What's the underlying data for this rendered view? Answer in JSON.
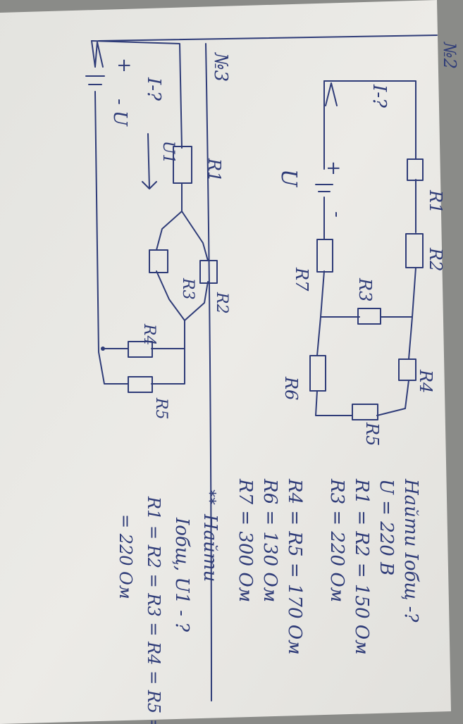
{
  "problem2": {
    "number": "№2",
    "current_label": "I-?",
    "plus": "+",
    "minus": "-",
    "voltage_label": "U",
    "resistors": {
      "r1": "R1",
      "r2": "R2",
      "r3": "R3",
      "r4": "R4",
      "r5": "R5",
      "r6": "R6",
      "r7": "R7"
    },
    "given": [
      "Найти Iобщ -?",
      "U = 220 В",
      "R1 = R2 = 150 Ом",
      "R3 = 220 Ом",
      "R4 = R5 = 170 Ом",
      "R6 = 130 Ом",
      "R7 = 300 Ом"
    ]
  },
  "problem3": {
    "number": "№3",
    "current_label": "I-?",
    "plus": "+",
    "minus": "- U",
    "u1_label": "U1",
    "resistors": {
      "r1": "R1",
      "r2": "R2",
      "r3": "R3",
      "r4": "R4",
      "r5": "R5"
    },
    "star": "**",
    "given": [
      "Найти",
      "Iобщ, U1 - ?",
      "R1 = R2 = R3 = R4 = R5 =",
      "= 220 Ом"
    ]
  }
}
